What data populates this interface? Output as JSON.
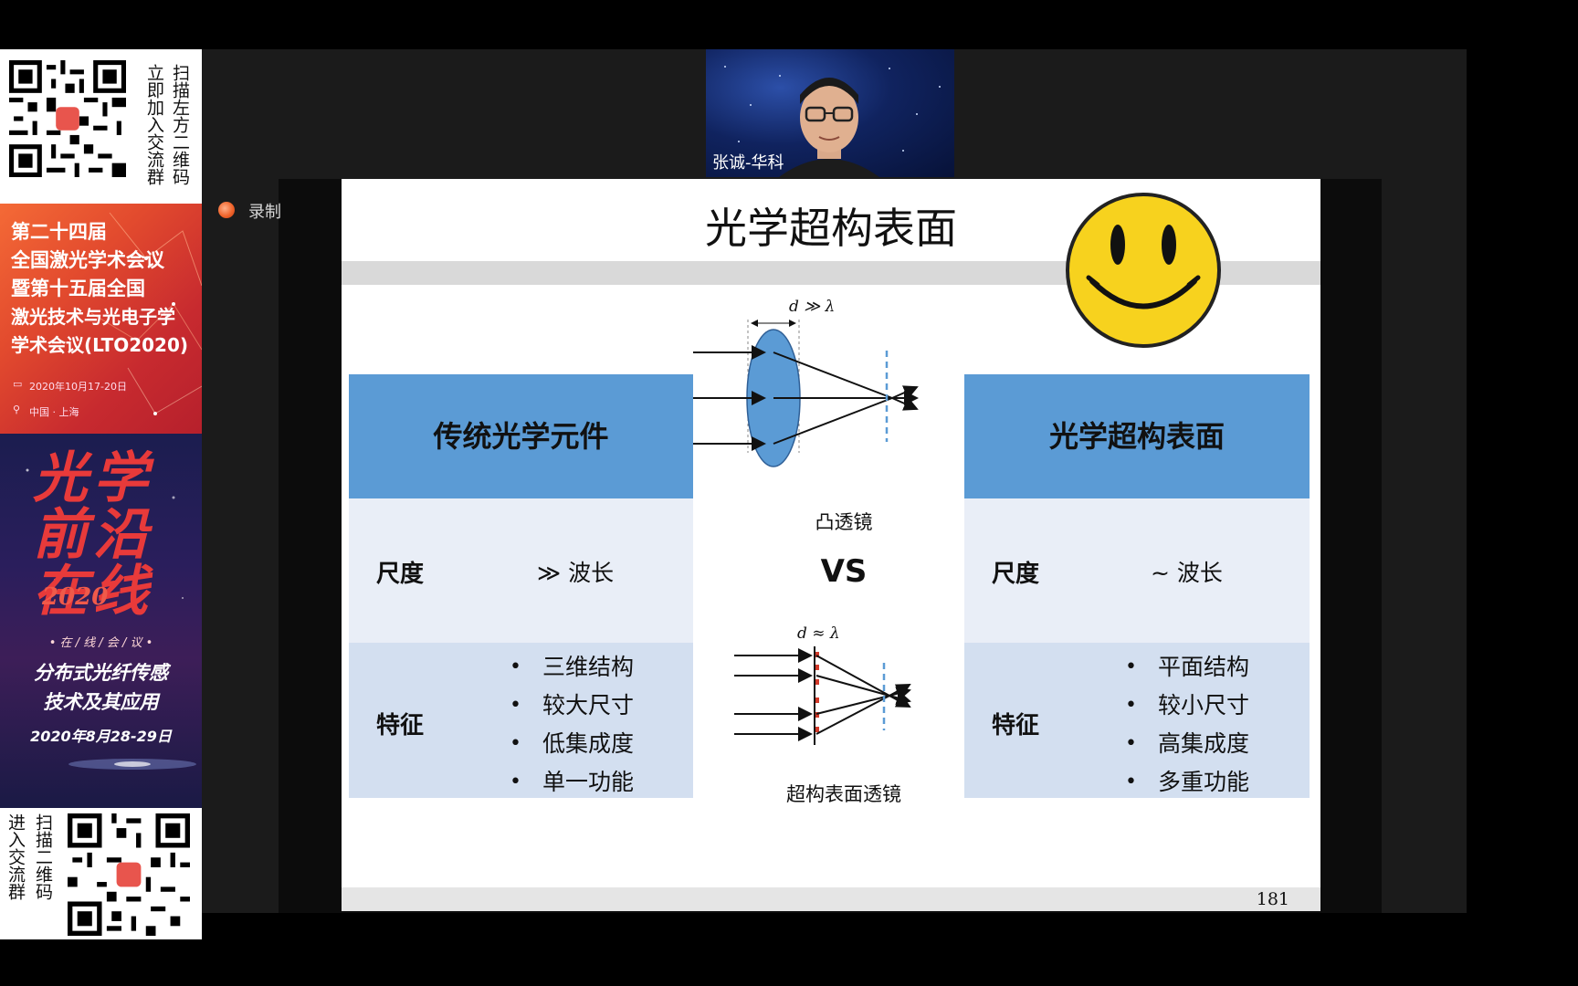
{
  "sidebar": {
    "qr_top_caption": "扫描左方二维码立即加入交流群",
    "qr_top_col1": "扫描左方二维码",
    "qr_top_col2": "立即加入交流群",
    "conference": {
      "lines": [
        "第二十四届",
        "全国激光学术会议",
        "暨第十五届全国",
        "激光技术与光电子学",
        "学术会议(LTO2020)"
      ],
      "date": "2020年10月17-20日",
      "location": "中国 · 上海"
    },
    "poster": {
      "art_title": "光学前沿在线",
      "year": "2020",
      "subtitle": "• 在 / 线 / 会 / 议 •",
      "topic_line1": "分布式光纤传感",
      "topic_line2": "技术及其应用",
      "date": "2020年8月28-29日"
    },
    "qr_bottom_col1": "扫描二维码",
    "qr_bottom_col2": "进入交流群"
  },
  "recording": {
    "label": "录制",
    "color": "#f0652c"
  },
  "webcam": {
    "name": "张诚-华科"
  },
  "slide": {
    "title": "光学超构表面",
    "left": {
      "header": "传统光学元件",
      "scale_label": "尺度",
      "scale_value": "≫ 波长",
      "feature_label": "特征",
      "features": [
        "三维结构",
        "较大尺寸",
        "低集成度",
        "单一功能"
      ]
    },
    "right": {
      "header": "光学超构表面",
      "scale_label": "尺度",
      "scale_value": "~ 波长",
      "feature_label": "特征",
      "features": [
        "平面结构",
        "较小尺寸",
        "高集成度",
        "多重功能"
      ]
    },
    "center": {
      "lens_formula": "d ≫ λ",
      "lens_caption": "凸透镜",
      "vs": "VS",
      "meta_formula": "d ≈ λ",
      "meta_caption": "超构表面透镜"
    },
    "page_number": "181"
  },
  "colors": {
    "header_blue": "#5b9bd5",
    "row_light": "#e9eef7",
    "row_mid": "#d3dff0",
    "smiley_yellow": "#f7d21e"
  }
}
